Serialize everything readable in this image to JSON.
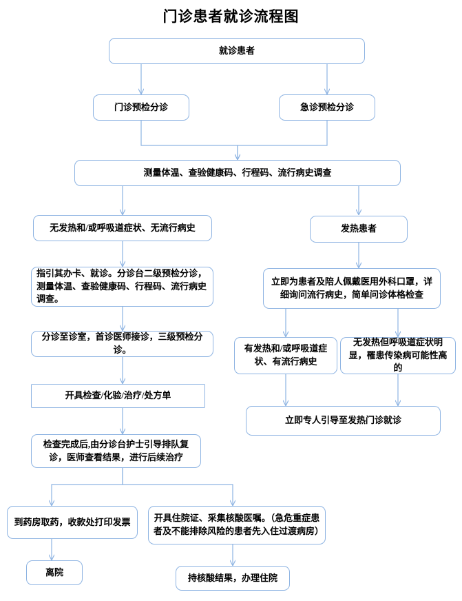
{
  "title": "门诊患者就诊流程图",
  "theme": {
    "node_border": "#8db3e2",
    "node_fill": "#ffffff",
    "edge_color": "#8db3e2",
    "text_color": "#000000",
    "background": "#ffffff"
  },
  "nodes": {
    "start": "就诊患者",
    "outpatient_triage": "门诊预检分诊",
    "emergency_triage": "急诊预检分诊",
    "screening": "测量体温、查验健康码、行程码、流行病史调查",
    "no_fever": "无发热和/或呼吸道症状、无流行病史",
    "fever_patient": "发热患者",
    "guide_card": "指引其办卡、就诊。分诊台二级预检分诊，测量体温、查验健康码、行程码、流行病史调查。",
    "mask_history": "立即为患者及陪人佩戴医用外科口罩，详细询问流行病史，简单问诊体格检查",
    "triage_to_room": "分诊至诊室，首诊医师接诊，三级预检分诊。",
    "has_fever_history": "有发热和/或呼吸道症状、有流行病史",
    "no_fever_resp": "无发热但呼吸道症状明显，罹患传染病可能性高的",
    "issue_orders": "开具检查/化验/治疗/处方单",
    "fever_clinic": "立即专人引导至发热门诊就诊",
    "after_exam": "检查完成后,由分诊台护士引导排队复诊，医师查看结果，进行后续治疗",
    "pharmacy": "到药房取药，收款处打印发票",
    "admission_order": "开具住院证、采集核酸医嘱。（急危重症患者及不能排除风险的患者先入住过渡病房）",
    "leave_hospital": "离院",
    "do_admission": "持核酸结果，办理住院"
  },
  "edges": [
    {
      "from": "start",
      "to": "outpatient_triage"
    },
    {
      "from": "start",
      "to": "emergency_triage"
    },
    {
      "from": "outpatient_triage",
      "to": "screening"
    },
    {
      "from": "emergency_triage",
      "to": "screening"
    },
    {
      "from": "screening",
      "to": "no_fever"
    },
    {
      "from": "screening",
      "to": "fever_patient"
    },
    {
      "from": "no_fever",
      "to": "guide_card"
    },
    {
      "from": "guide_card",
      "to": "triage_to_room"
    },
    {
      "from": "triage_to_room",
      "to": "issue_orders"
    },
    {
      "from": "issue_orders",
      "to": "after_exam"
    },
    {
      "from": "fever_patient",
      "to": "mask_history"
    },
    {
      "from": "mask_history",
      "to": "has_fever_history"
    },
    {
      "from": "mask_history",
      "to": "no_fever_resp"
    },
    {
      "from": "has_fever_history",
      "to": "fever_clinic"
    },
    {
      "from": "no_fever_resp",
      "to": "fever_clinic"
    },
    {
      "from": "after_exam",
      "to": "pharmacy"
    },
    {
      "from": "after_exam",
      "to": "admission_order"
    },
    {
      "from": "pharmacy",
      "to": "leave_hospital"
    },
    {
      "from": "admission_order",
      "to": "do_admission"
    }
  ]
}
